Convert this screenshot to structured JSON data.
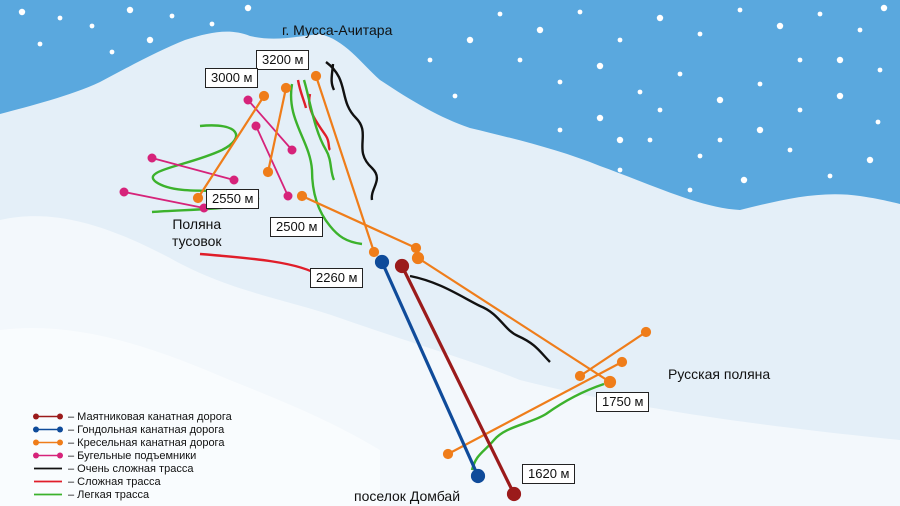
{
  "peak_name": "г. Мусса-Ачитара",
  "places": {
    "polyana_tusovok": [
      "Поляна",
      "тусовок"
    ],
    "russkaya_polyana": "Русская поляна",
    "dombai": "поселок Домбай"
  },
  "elevations": [
    "3200 м",
    "3000 м",
    "2550 м",
    "2500 м",
    "2260 м",
    "1750 м",
    "1620 м"
  ],
  "legend": [
    {
      "label": "– Маятниковая канатная дорога",
      "color": "#9b1b1b",
      "kind": "lift"
    },
    {
      "label": "– Гондольная канатная дорога",
      "color": "#0f4b9a",
      "kind": "lift"
    },
    {
      "label": "– Кресельная канатная дорога",
      "color": "#ef7d1a",
      "kind": "lift"
    },
    {
      "label": "– Бугельные подъемники",
      "color": "#d6237a",
      "kind": "lift"
    },
    {
      "label": "– Очень сложная трасса",
      "color": "#111111",
      "kind": "run"
    },
    {
      "label": "– Сложная трасса",
      "color": "#e01e2a",
      "kind": "run"
    },
    {
      "label": "– Легкая трасса",
      "color": "#3cb22c",
      "kind": "run"
    }
  ],
  "colors": {
    "sky": "#5aa8de",
    "snow": "#e3eff8",
    "pendulum": "#9b1b1b",
    "gondola": "#0f4b9a",
    "chairlift": "#ef7d1a",
    "draglift": "#d6237a",
    "very_difficult": "#111111",
    "difficult": "#e01e2a",
    "easy": "#3cb22c"
  }
}
